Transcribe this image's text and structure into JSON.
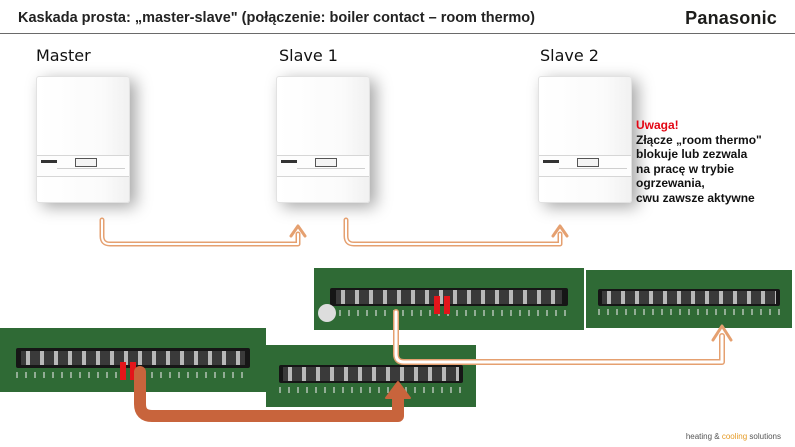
{
  "header": {
    "title": "Kaskada prosta: „master-slave\"  (połączenie: boiler contact – room thermo)",
    "brand": "Panasonic"
  },
  "boilers": [
    {
      "label": "Master"
    },
    {
      "label": "Slave 1"
    },
    {
      "label": "Slave 2"
    }
  ],
  "note": {
    "title": "Uwaga!",
    "lines": [
      "Złącze „room thermo\"",
      "blokuje lub zezwala",
      "na pracę w trybie",
      "ogrzewania,",
      "cwu zawsze aktywne"
    ]
  },
  "footer": {
    "part1": "heating",
    "amp": " & ",
    "part2": "cooling",
    "part3": " solutions"
  },
  "colors": {
    "arrow_outline": "#e5a070",
    "arrow_fill": "#c8643c",
    "note_title": "#e30613",
    "pcb_green": "#2f6a35"
  }
}
